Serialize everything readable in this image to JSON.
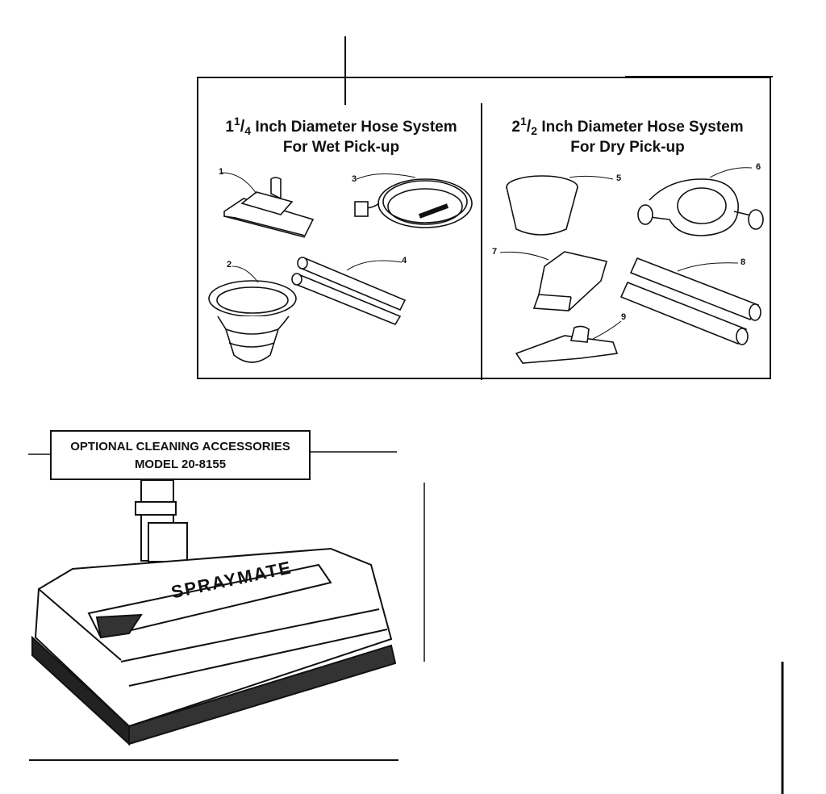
{
  "left_panel": {
    "fraction_whole": "1",
    "fraction_num": "1",
    "fraction_den": "4",
    "title_line1": "Inch Diameter Hose System",
    "title_line2": "For Wet Pick-up",
    "callouts": [
      "1",
      "2",
      "3",
      "4"
    ]
  },
  "right_panel": {
    "fraction_whole": "2",
    "fraction_num": "1",
    "fraction_den": "2",
    "title_line1": "Inch Diameter Hose System",
    "title_line2": "For Dry Pick-up",
    "callouts": [
      "5",
      "6",
      "7",
      "8",
      "9"
    ]
  },
  "accessories_label": {
    "line1": "OPTIONAL CLEANING ACCESSORIES",
    "line2": "MODEL 20-8155"
  },
  "product_brand": "SPRAYMATE"
}
